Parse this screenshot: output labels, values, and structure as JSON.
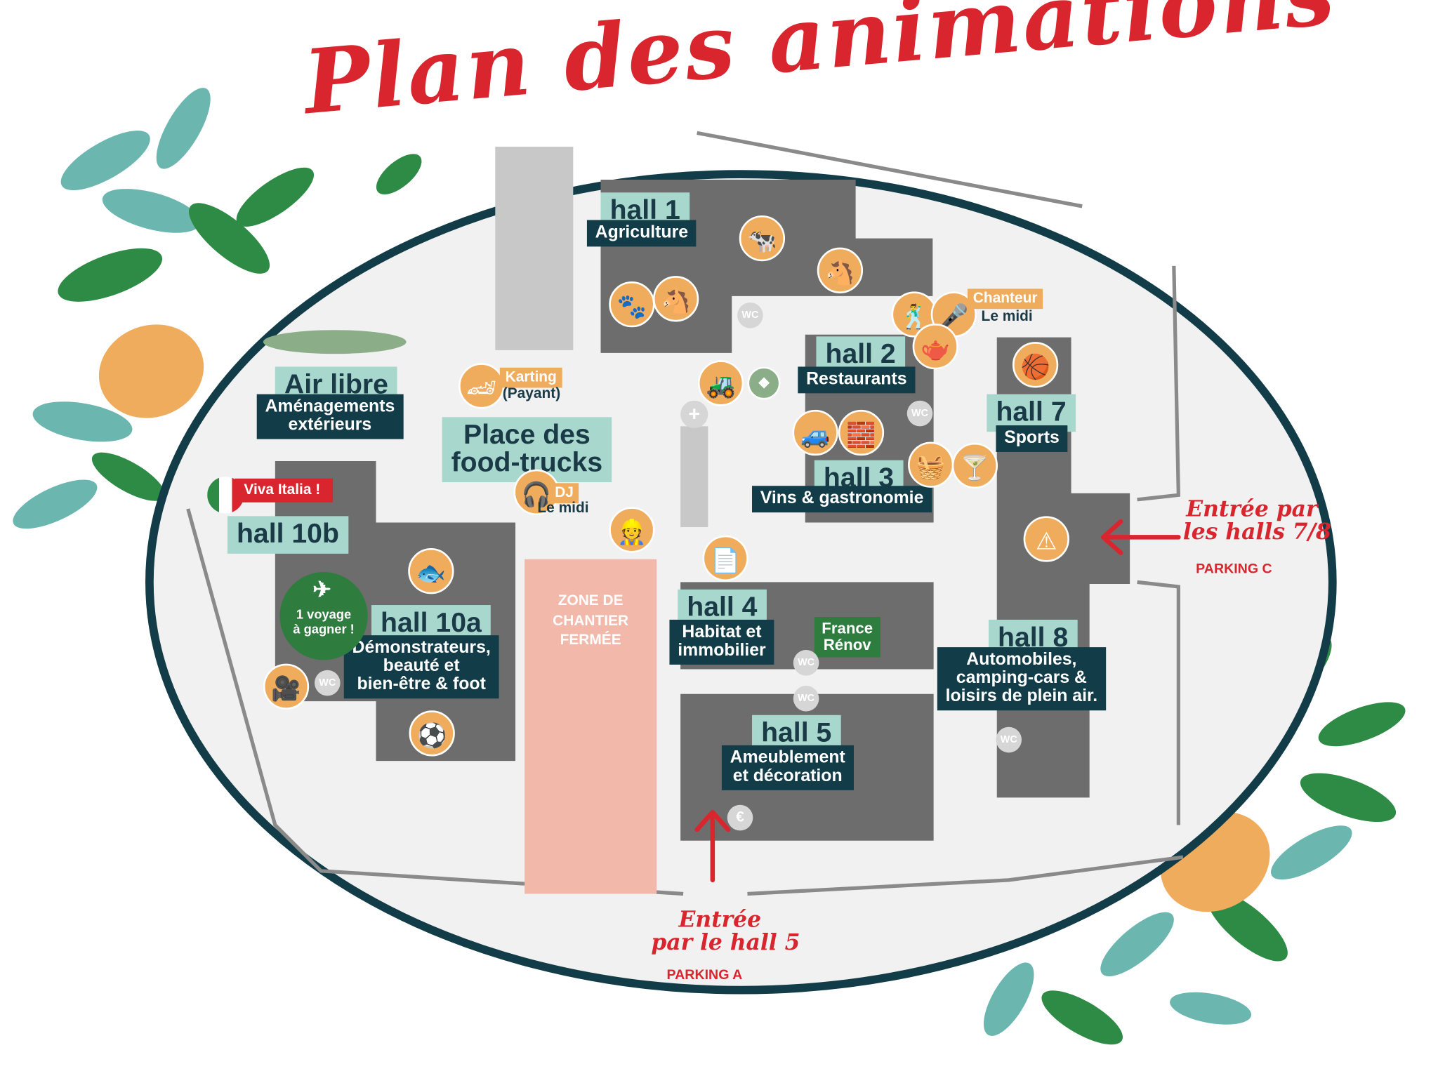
{
  "title": "Plan des animations",
  "halls": {
    "h1": {
      "name": "hall 1",
      "theme": "Agriculture"
    },
    "h2": {
      "name": "hall 2",
      "theme": "Restaurants"
    },
    "h3": {
      "name": "hall 3",
      "theme": "Vins & gastronomie"
    },
    "h4": {
      "name": "hall 4",
      "theme_l1": "Habitat et",
      "theme_l2": "immobilier"
    },
    "h5": {
      "name": "hall 5",
      "theme_l1": "Ameublement",
      "theme_l2": "et décoration"
    },
    "h7": {
      "name": "hall 7",
      "theme": "Sports"
    },
    "h8": {
      "name": "hall 8",
      "theme_l1": "Automobiles,",
      "theme_l2": "camping-cars &",
      "theme_l3": "loisirs de plein air."
    },
    "h10a": {
      "name": "hall 10a",
      "theme_l1": "Démonstrateurs,",
      "theme_l2": "beauté et",
      "theme_l3": "bien-être & foot"
    },
    "h10b": {
      "name": "hall 10b"
    }
  },
  "areas": {
    "air_libre": {
      "name": "Air libre",
      "sub_l1": "Aménagements",
      "sub_l2": "extérieurs"
    },
    "food": {
      "name_l1": "Place des",
      "name_l2": "food-trucks"
    },
    "zone_l1": "ZONE DE",
    "zone_l2": "CHANTIER",
    "zone_l3": "FERMÉE"
  },
  "labels": {
    "karting": "Karting",
    "payant": "(Payant)",
    "dj": "DJ",
    "le_midi_dj": "Le midi",
    "chanteur": "Chanteur",
    "le_midi_chanteur": "Le midi",
    "viva": "Viva Italia !",
    "voyage_l1": "1 voyage",
    "voyage_l2": "à gagner !",
    "france_l1": "France",
    "france_l2": "Rénov",
    "wc": "WC",
    "euro": "€"
  },
  "entrances": {
    "hall5_l1": "Entrée",
    "hall5_l2": "par le hall 5",
    "hall5_parking": "PARKING A",
    "halls78_l1": "Entrée par",
    "halls78_l2": "les halls 7/8",
    "halls78_parking": "PARKING C"
  },
  "colors": {
    "hall_gray": "#6d6d6d",
    "label_teal": "#a7d7cd",
    "label_navy": "#123c48",
    "icon_orange": "#f0ac5d",
    "title_red": "#d9262e",
    "zone_pink": "#f2b9ab",
    "leaf_green": "#2e8b45",
    "leaf_teal": "#6bb7b0",
    "ring": "#123c48"
  },
  "icons": [
    "cow-icon",
    "horse-icon",
    "paw-icon",
    "donkey-icon",
    "singer-icon",
    "microphone-icon",
    "teapot-icon",
    "tractor-icon",
    "plant-icon",
    "first-aid-icon",
    "basketball-icon",
    "car-icon",
    "lego-icon",
    "basket-icon",
    "cocktail-icon",
    "kart-icon",
    "headphones-icon",
    "worker-icon",
    "document-icon",
    "warning-icon",
    "fish-icon",
    "plane-icon",
    "camera-icon",
    "football-icon"
  ]
}
